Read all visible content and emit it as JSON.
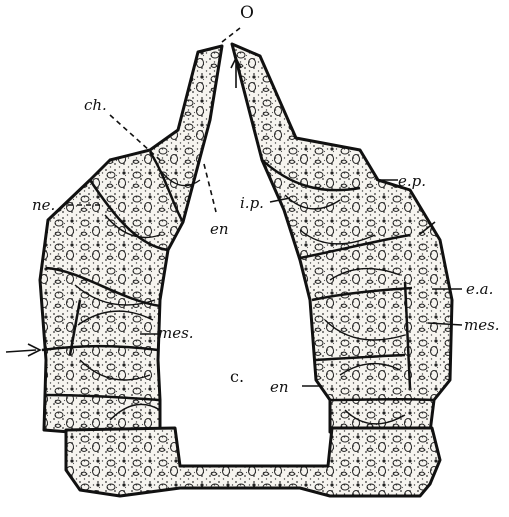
{
  "figure": {
    "labels": {
      "o": "O",
      "ch": "ch.",
      "en_top": "en",
      "ne": "ne.",
      "ip": "i.p.",
      "ep": "e.p.",
      "ea": "e.a.",
      "mes_left": "mes.",
      "mes_right": "mes.",
      "c": "c.",
      "en_right": "en"
    }
  }
}
